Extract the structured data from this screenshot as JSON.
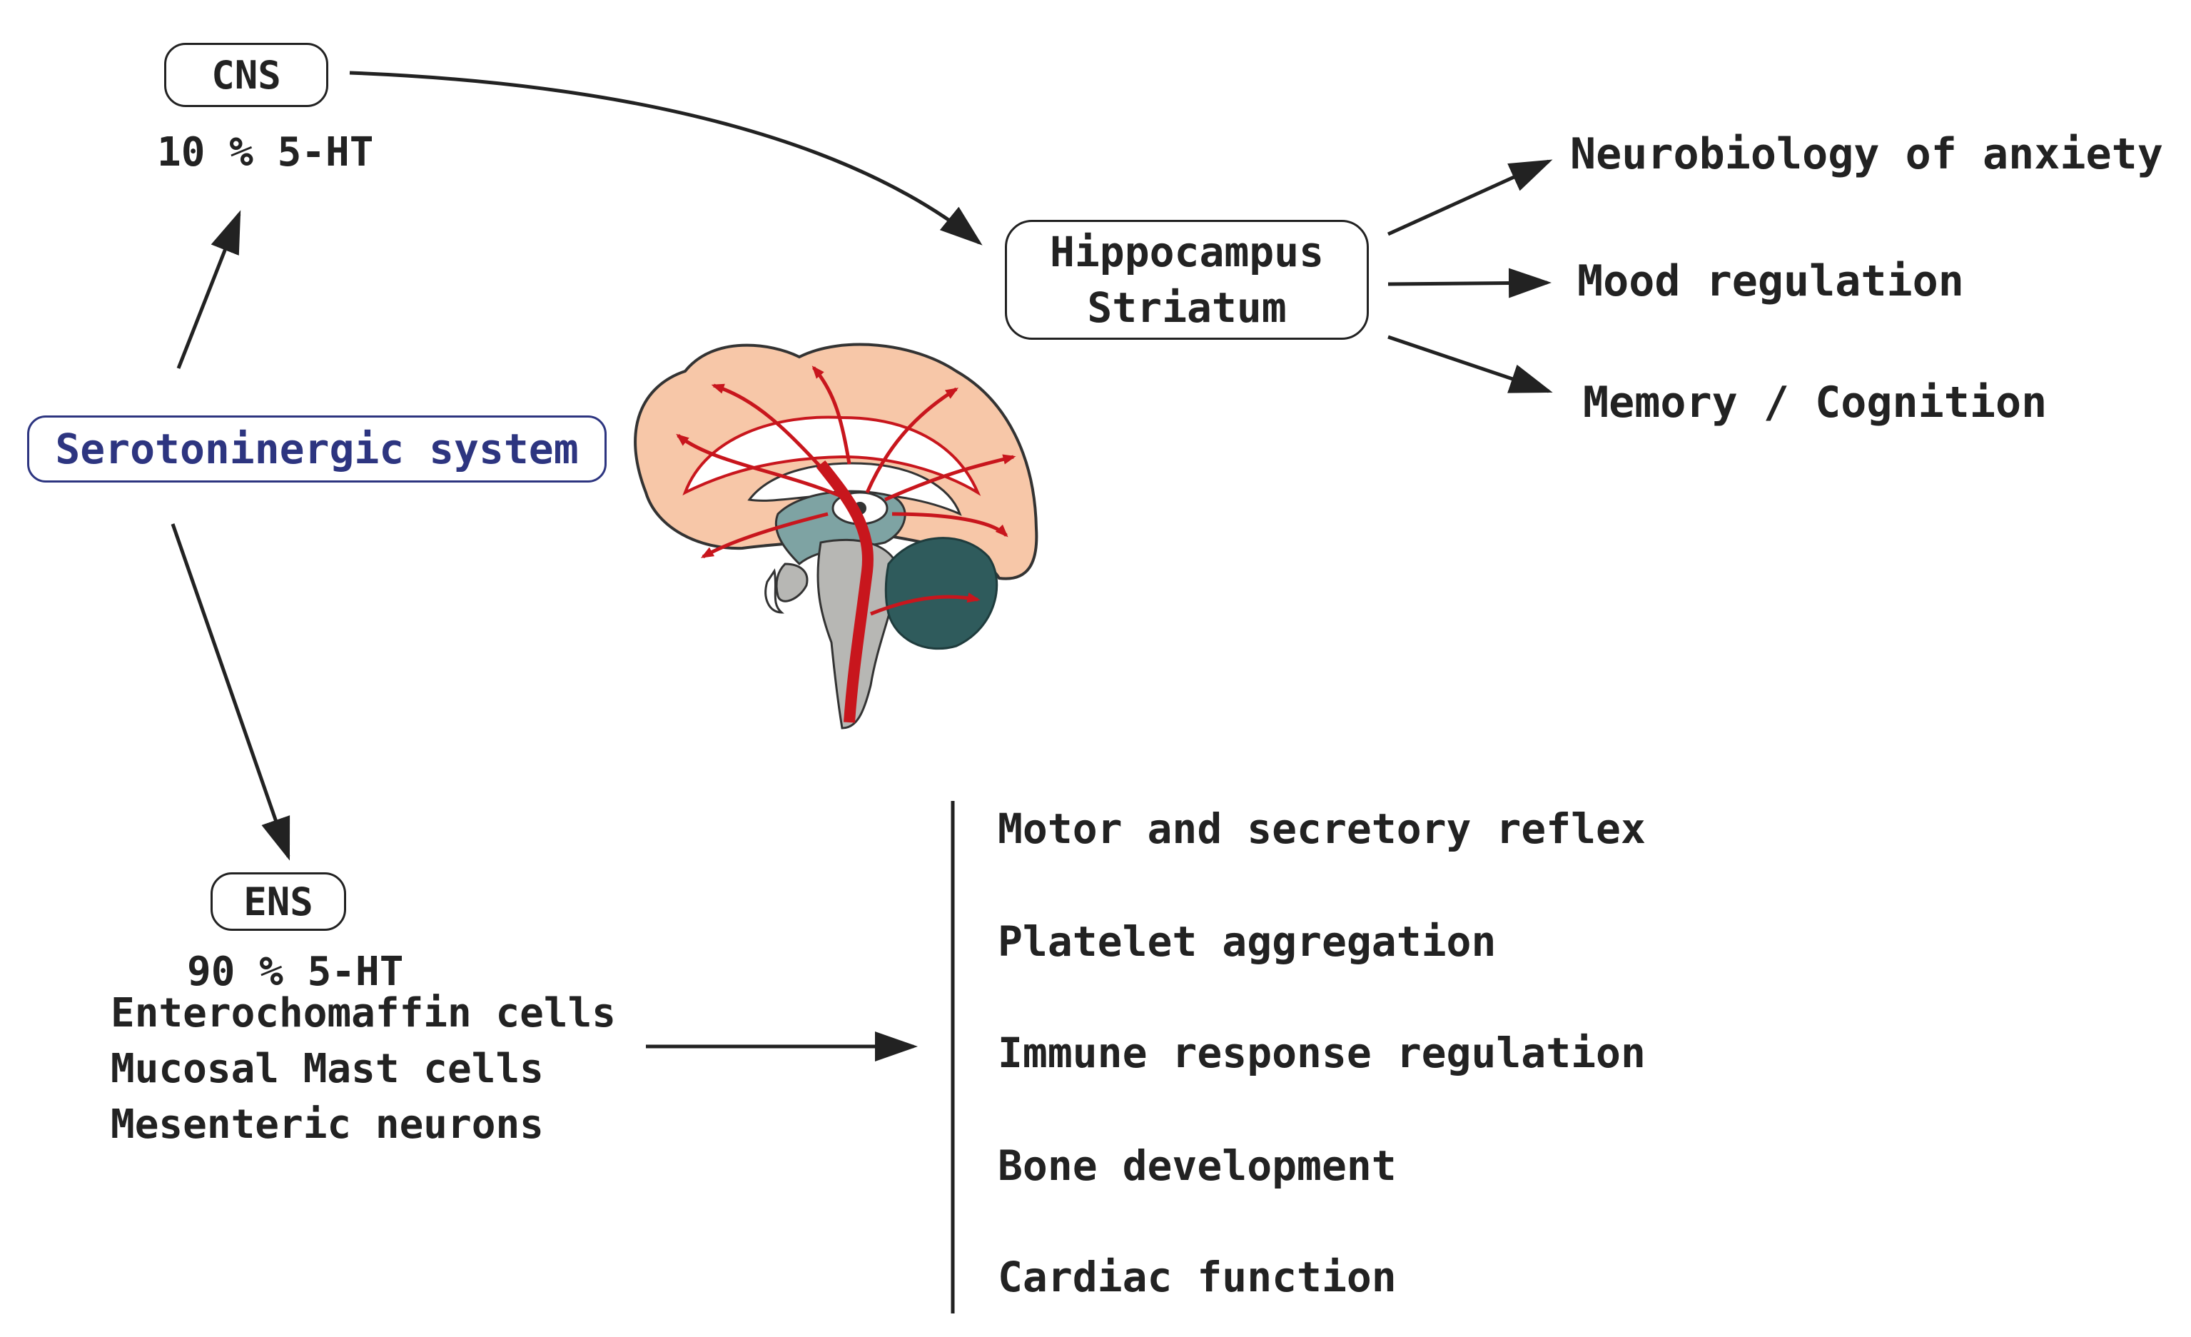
{
  "cns": {
    "label": "CNS",
    "percent": "10 % 5-HT"
  },
  "hub": {
    "line1": "Hippocampus",
    "line2": "Striatum"
  },
  "cns_functions": [
    "Neurobiology of anxiety",
    "Mood regulation",
    "Memory / Cognition"
  ],
  "center": {
    "label": "Serotoninergic system"
  },
  "ens": {
    "label": "ENS",
    "percent": "90 % 5-HT",
    "sources": [
      "Enterochomaffin cells",
      "Mucosal Mast cells",
      "Mesenteric neurons"
    ]
  },
  "ens_functions": [
    "Motor and secretory reflex",
    "Platelet aggregation",
    "Immune response regulation",
    "Bone development",
    "Cardiac function"
  ],
  "colors": {
    "accent": "#2d3580",
    "pathway": "#c8161d",
    "cortex": "#f7c7a8",
    "brainstem": "#b7b7b4",
    "cerebellum": "#2f5b5c",
    "ventricle": "#7ea3a3"
  }
}
